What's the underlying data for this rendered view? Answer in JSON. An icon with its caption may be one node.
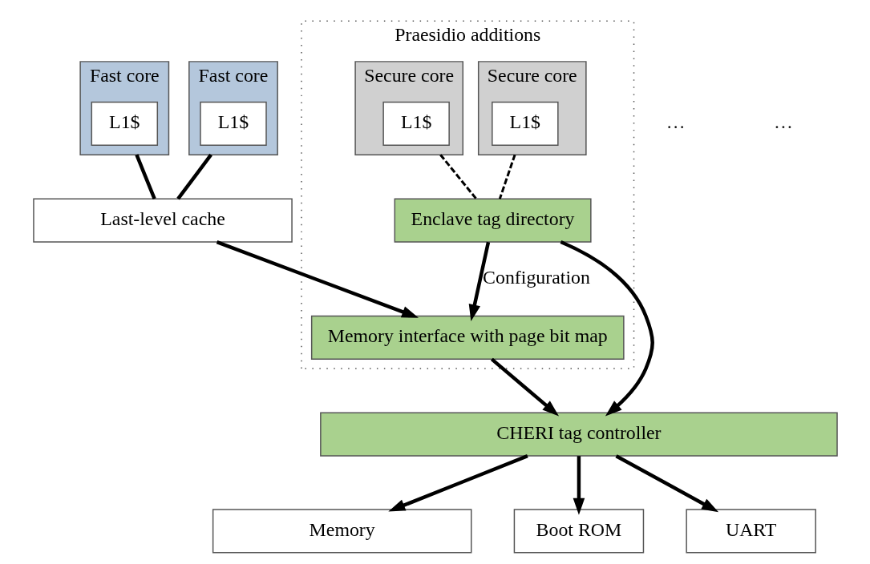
{
  "diagram": {
    "nodes": [
      {
        "text": [
          "Fast core"
        ]
      },
      {
        "text": [
          "L1$"
        ],
        "in": 0
      },
      {
        "text": [
          "Fast core"
        ]
      },
      {
        "text": [
          "L1$"
        ],
        "in": 2
      },
      {
        "text": [
          "Last-level cache"
        ]
      },
      {
        "text": [
          "Praesidio additions"
        ]
      },
      {
        "text": [
          "Secure core"
        ],
        "in": 5
      },
      {
        "text": [
          "L1$"
        ],
        "in": 6
      },
      {
        "text": [
          "Secure core"
        ],
        "in": 5
      },
      {
        "text": [
          "L1$"
        ],
        "in": 8
      },
      {
        "text": [
          "Enclave tag directory"
        ],
        "in": 5
      },
      {
        "text": [
          "Memory interface with page bit map"
        ],
        "in": 5
      },
      {
        "text": [
          "CHERI tag controller"
        ]
      },
      {
        "text": [
          "Memory"
        ]
      },
      {
        "text": [
          "Boot ROM"
        ]
      },
      {
        "text": [
          "UART"
        ]
      }
    ],
    "edges": [
      {
        "from": 0,
        "to": 4,
        "arrow": "none"
      },
      {
        "from": 2,
        "to": 4,
        "arrow": "none"
      },
      {
        "from": 6,
        "to": 10,
        "arrow": "none",
        "style": "dashed"
      },
      {
        "from": 8,
        "to": 10,
        "arrow": "none",
        "style": "dashed"
      },
      {
        "from": 4,
        "to": 11,
        "arrow": "to"
      },
      {
        "from": 10,
        "to": 11,
        "arrow": "to",
        "label": "Configuration"
      },
      {
        "from": 11,
        "to": 12,
        "arrow": "to"
      },
      {
        "from": 10,
        "to": 12,
        "arrow": "to"
      },
      {
        "from": 12,
        "to": 13,
        "arrow": "to"
      },
      {
        "from": 12,
        "to": 14,
        "arrow": "to"
      },
      {
        "from": 12,
        "to": 15,
        "arrow": "to"
      }
    ],
    "labels": [
      "…",
      "…"
    ]
  }
}
